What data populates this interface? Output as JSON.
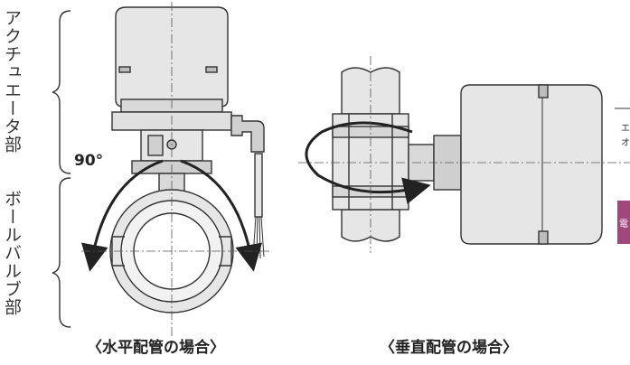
{
  "labels": {
    "actuator_section": "アクチュエータ部",
    "ball_valve_section": "ボールバルブ部",
    "rotation_angle": "90°",
    "horizontal_caption": "〈水平配管の場合〉",
    "vertical_caption": "〈垂直配管の場合〉",
    "side_text": [
      "エ",
      "オ"
    ],
    "side_badge": "電"
  },
  "colors": {
    "line": "#333333",
    "body_fill": "#e6e6e6",
    "dark_fill": "#bdbdbd",
    "accent": "#a0487e"
  }
}
